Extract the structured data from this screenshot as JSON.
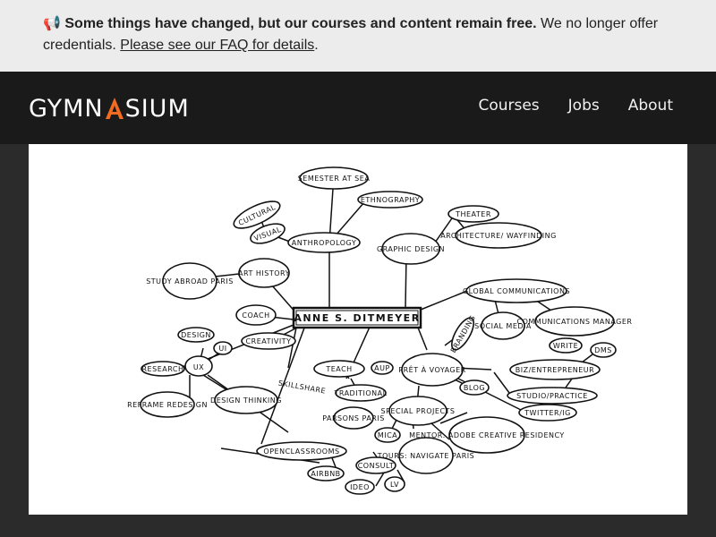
{
  "notice": {
    "icon": "📢",
    "bold": "Some things have changed, but our courses and content remain free.",
    "text": " We no longer offer credentials. ",
    "link": "Please see our FAQ for details",
    "end": "."
  },
  "header": {
    "logo_part1": "GYMN",
    "logo_part2": "SIUM",
    "nav": [
      "Courses",
      "Jobs",
      "About"
    ]
  },
  "mindmap": {
    "center": "ANNE S. DITMEYER",
    "nodes": {
      "semester": "SEMESTER AT SEA",
      "ethnography": "ETHNOGRAPHY",
      "cultural": "CULTURAL",
      "visual": "VISUAL",
      "anthropology": "ANTHROPOLOGY",
      "theater": "THEATER",
      "architecture": "ARCHITECTURE/ WAYFINDING",
      "graphic_design": "GRAPHIC DESIGN",
      "study_abroad": "STUDY ABROAD PARIS",
      "art_history": "ART HISTORY",
      "global_comm": "GLOBAL COMMUNICATIONS",
      "coach": "COACH",
      "creativity": "CREATIVITY",
      "social_media": "SOCIAL MEDIA",
      "comm_manager": "COMMUNICATIONS MANAGER",
      "branding": "BRANDING",
      "write": "WRITE",
      "dms": "DMS",
      "design": "DESIGN",
      "ui": "UI",
      "research": "RESEARCH",
      "ux": "UX",
      "teach": "TEACH",
      "aup": "AUP",
      "pret": "PRÊT À VOYAGER",
      "biz": "BIZ/ENTREPRENEUR",
      "blog": "BLOG",
      "studio": "STUDIO/PRACTICE",
      "reframe": "REFRAME REDESIGN",
      "design_thinking": "DESIGN THINKING",
      "skillshare": "SKILLSHARE",
      "traditional": "TRADITIONAL",
      "twitter": "TWITTER/IG",
      "parsons": "PARSONS PARIS",
      "special": "SPECIAL PROJECTS",
      "mentor": "MENTOR: ADOBE CREATIVE RESIDENCY",
      "mica": "MICA",
      "openclassrooms": "OPENCLASSROOMS",
      "tours": "TOURS: NAVIGATE PARIS",
      "consult": "CONSULT",
      "airbnb": "AIRBNB",
      "ideo": "IDEO",
      "lv": "LV"
    }
  }
}
